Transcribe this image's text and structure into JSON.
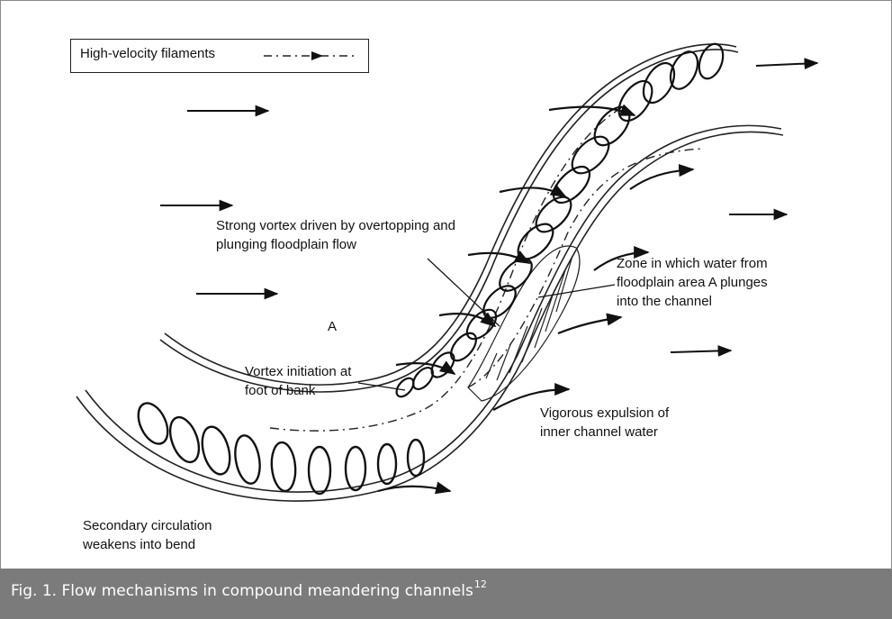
{
  "legend": {
    "label": "High-velocity filaments"
  },
  "labels": {
    "strong_vortex": "Strong vortex driven by overtopping and\nplunging floodplain flow",
    "zone": "Zone in which water from\nfloodplain area A plunges\ninto the channel",
    "area_a": "A",
    "vortex_initiation": "Vortex initiation at\nfoot of bank",
    "vigorous": "Vigorous expulsion of\ninner channel water",
    "secondary": "Secondary circulation\nweakens into bend"
  },
  "caption": {
    "text": "Fig. 1. Flow mechanisms in compound meandering channels",
    "ref": "12"
  }
}
